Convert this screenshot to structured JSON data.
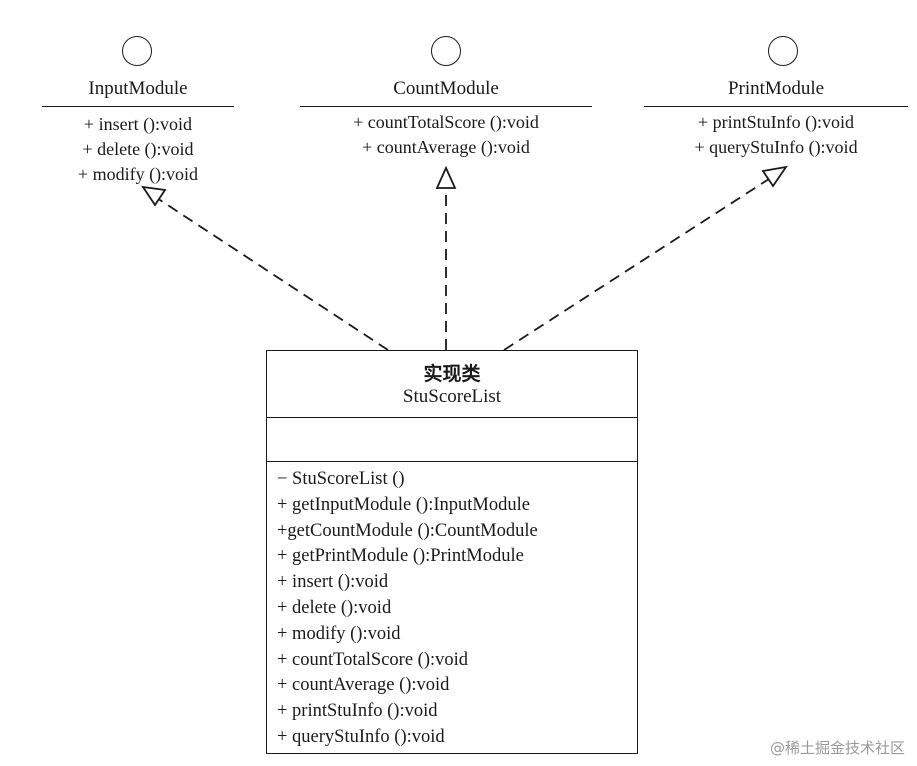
{
  "interfaces": [
    {
      "name": "InputModule",
      "methods": [
        "+ insert ():void",
        "+ delete ():void",
        "+ modify ():void"
      ]
    },
    {
      "name": "CountModule",
      "methods": [
        "+ countTotalScore ():void",
        "+ countAverage ():void"
      ]
    },
    {
      "name": "PrintModule",
      "methods": [
        "+ printStuInfo ():void",
        "+ queryStuInfo ():void"
      ]
    }
  ],
  "implementation": {
    "stereotype": "实现类",
    "name": "StuScoreList",
    "methods": [
      "− StuScoreList ()",
      "+ getInputModule ():InputModule",
      "+getCountModule ():CountModule",
      "+ getPrintModule ():PrintModule",
      "+ insert ():void",
      "+ delete ():void",
      "+ modify ():void",
      "+ countTotalScore ():void",
      "+ countAverage ():void",
      "+ printStuInfo ():void",
      "+ queryStuInfo ():void"
    ]
  },
  "watermark": "@稀土掘金技术社区"
}
